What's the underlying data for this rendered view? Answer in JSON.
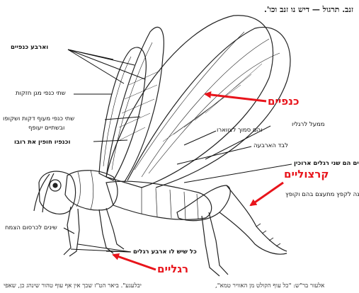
{
  "header": "זנב. תרגול — דיש נו זנב וכו'.",
  "labels": {
    "four_wings": "וארבע כנפיים",
    "two_cover_wings": "שתי כנפי מגן חזקות",
    "two_flight_wings_l1": "שתי כנפי מעוף דקות ושקופו",
    "two_flight_wings_l2": "ובשתיים יעופף",
    "wings_cover_body": "וכנפיו חופין את רובו",
    "wings_red": "כנפיים",
    "above_legs": "ממעל לרגליו",
    "near_neck": "והם סמוך לצווארו",
    "locust_heart": "לבד הארבעה",
    "two_long_legs": "לים הם שני רגלים ארוכין",
    "jumping_legs_red": "קרצוליים",
    "jump_and_leap": "נה לקפץ מתעצם בהם וקופץ",
    "mandible": "שינים לכרסום הצמח",
    "all_four_legs": "כל שיש לו ארבע רגלים",
    "legs_red": "רגליים"
  },
  "footer": {
    "left": "יבלעגע\". ביאר הט\"ז שכך אין אף עוף טהור שינהג כן, שאפי",
    "right": "אלעזר בר\"ש: \"כל עוף הקולט מן האוויר טמא\","
  },
  "colors": {
    "arrow_red": "#e8141b",
    "ink": "#111111"
  }
}
